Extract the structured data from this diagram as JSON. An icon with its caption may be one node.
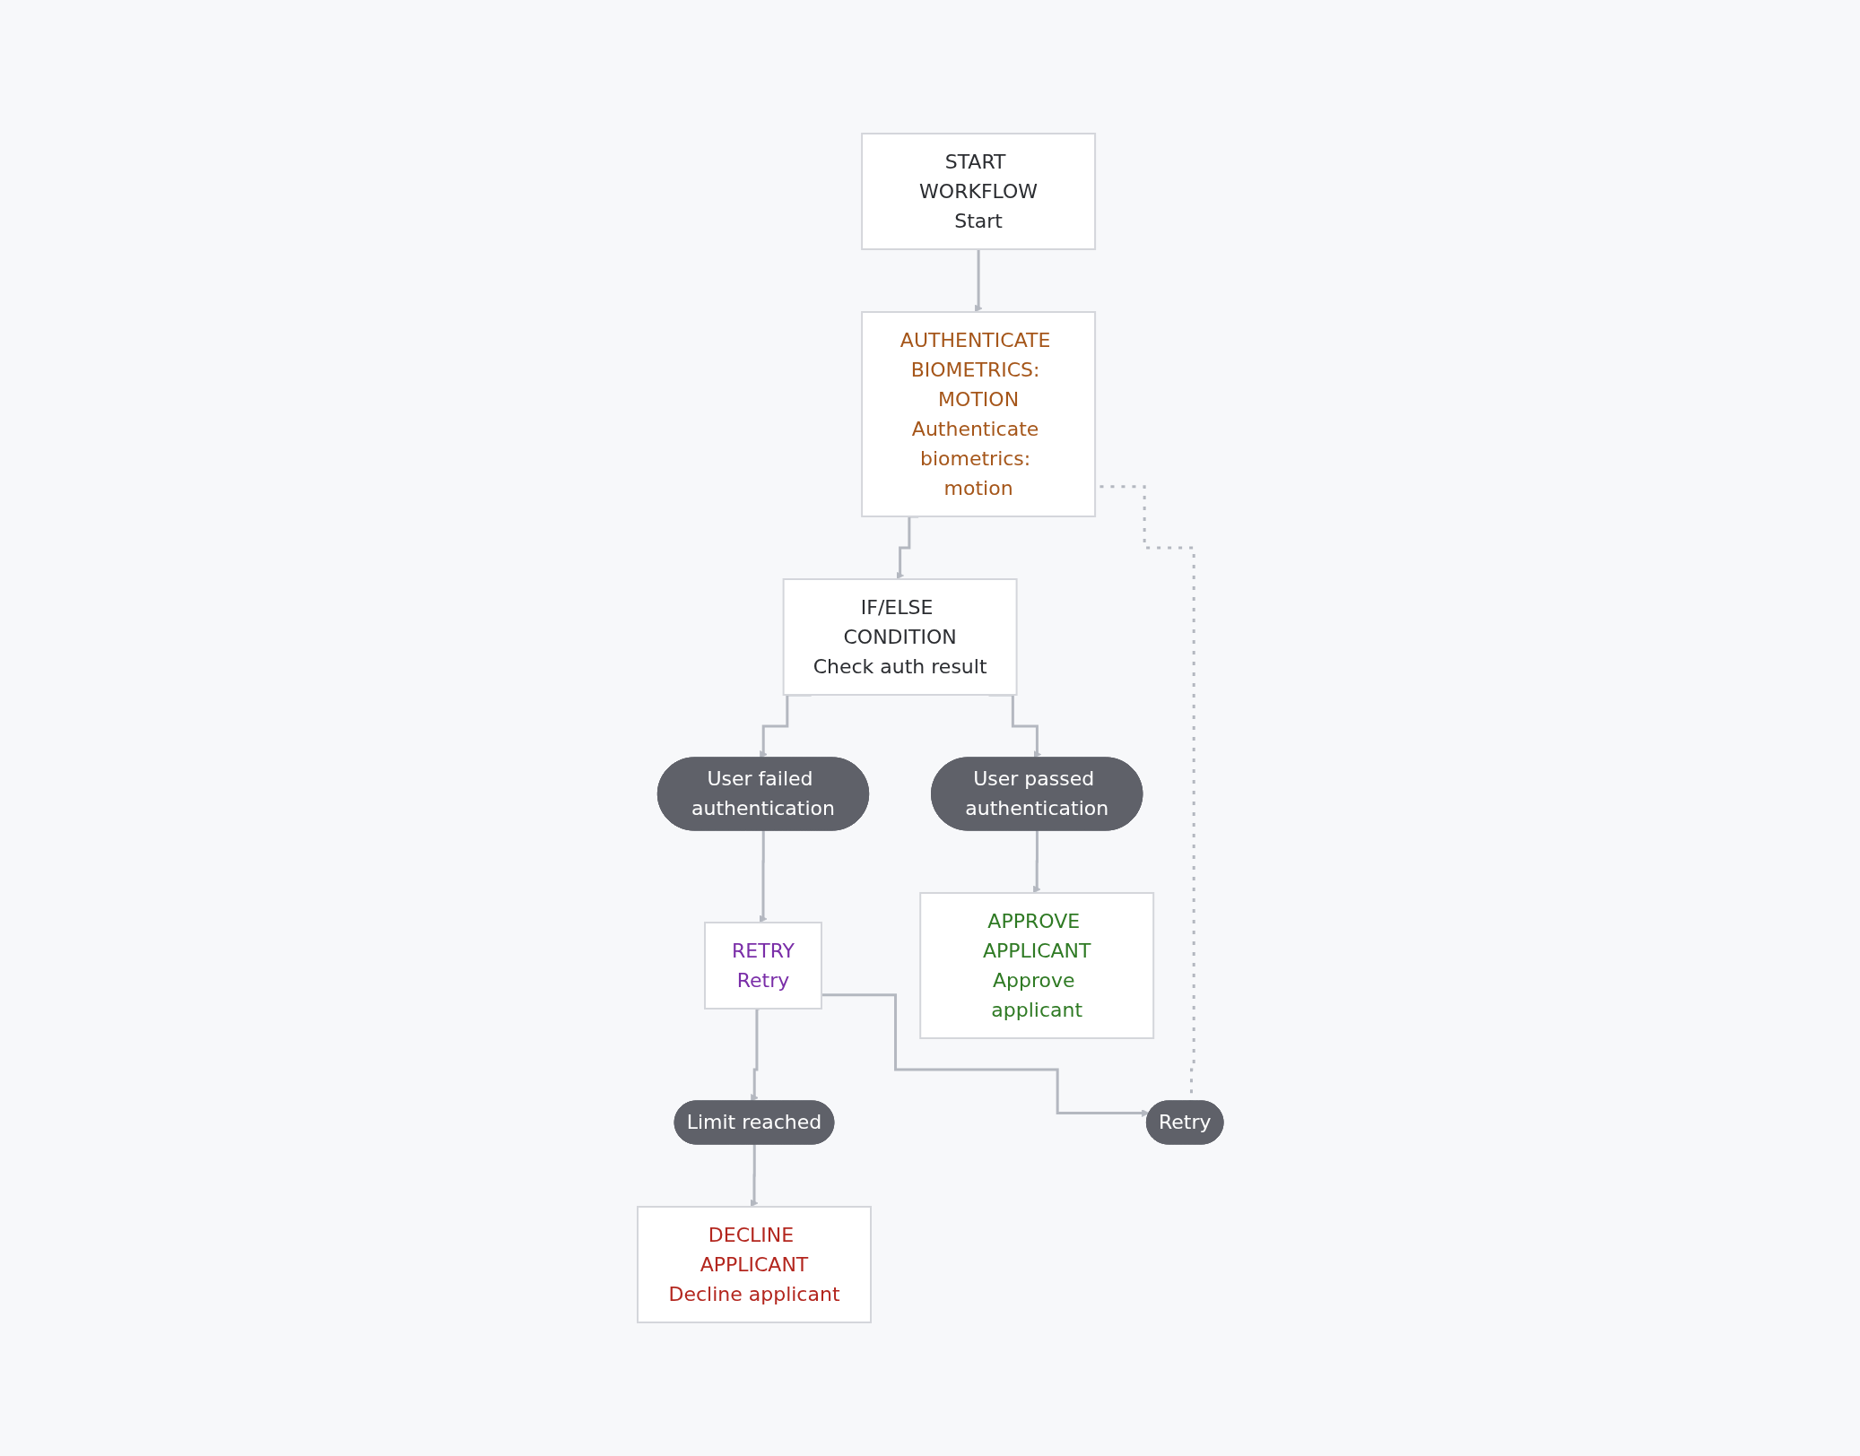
{
  "diagram": {
    "nodes": [
      {
        "text": [
          "START WORKFLOW",
          "Start"
        ]
      },
      {
        "text": [
          "AUTHENTICATE BIOMETRICS: MOTION",
          "Authenticate biometrics: motion"
        ]
      },
      {
        "text": [
          "IF/ELSE CONDITION",
          "Check auth result"
        ]
      },
      {
        "text": [
          "User failed authentication"
        ]
      },
      {
        "text": [
          "RETRY",
          "Retry"
        ]
      },
      {
        "text": [
          "User passed authentication"
        ]
      },
      {
        "text": [
          "Limit reached"
        ]
      },
      {
        "text": [
          "Retry"
        ]
      },
      {
        "text": [
          "APPROVE APPLICANT",
          "Approve applicant"
        ]
      },
      {
        "text": [
          "DECLINE APPLICANT",
          "Decline applicant"
        ]
      }
    ],
    "edges": [
      {
        "from": 0,
        "to": 1,
        "arrow": "to"
      },
      {
        "from": 1,
        "to": 2,
        "arrow": "to"
      },
      {
        "from": 2,
        "to": 3,
        "arrow": "to"
      },
      {
        "from": 2,
        "to": 5,
        "arrow": "to"
      },
      {
        "from": 3,
        "to": 4,
        "arrow": "to"
      },
      {
        "from": 4,
        "to": 6,
        "arrow": "to"
      },
      {
        "from": 4,
        "to": 7,
        "arrow": "to"
      },
      {
        "from": 5,
        "to": 8,
        "arrow": "to"
      },
      {
        "from": 6,
        "to": 9,
        "arrow": "to"
      },
      {
        "from": 7,
        "to": 1,
        "arrow": "none",
        "style": "dashed"
      }
    ]
  }
}
